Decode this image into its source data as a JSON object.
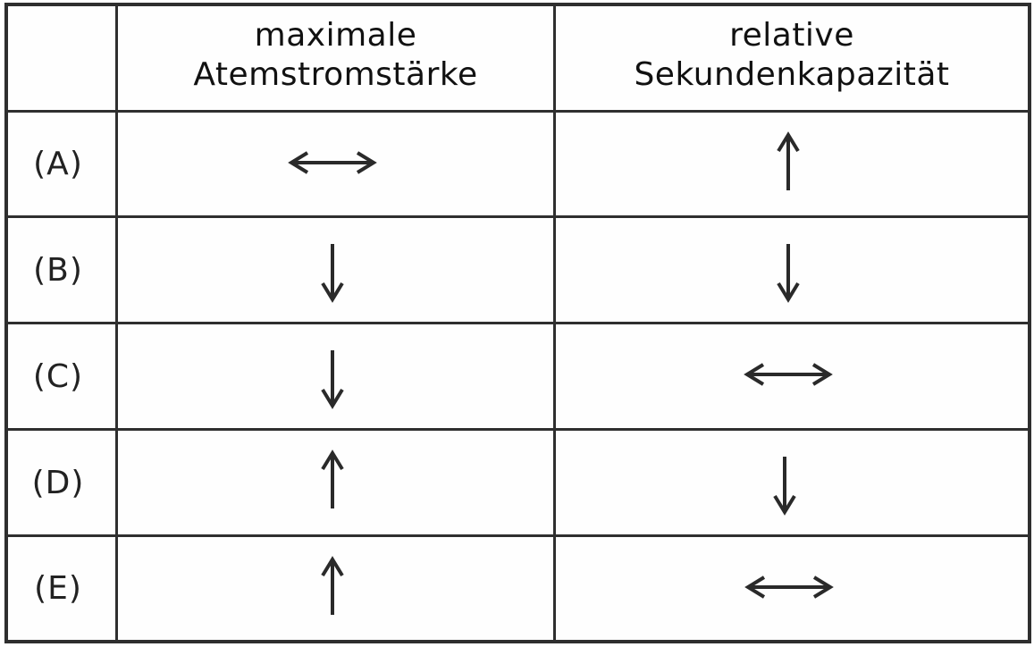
{
  "table": {
    "columns": [
      {
        "label": ""
      },
      {
        "label": "maximale\nAtemstromstärke"
      },
      {
        "label": "relative\nSekundenkapazität"
      }
    ],
    "rows": [
      {
        "label": "(A)",
        "max_atemstromstaerke": "unchanged",
        "rel_sekundenkapazitaet": "increased",
        "icons": [
          "left-right-arrow-icon",
          "up-arrow-icon"
        ]
      },
      {
        "label": "(B)",
        "max_atemstromstaerke": "decreased",
        "rel_sekundenkapazitaet": "decreased",
        "icons": [
          "down-arrow-icon",
          "down-arrow-icon"
        ]
      },
      {
        "label": "(C)",
        "max_atemstromstaerke": "decreased",
        "rel_sekundenkapazitaet": "unchanged",
        "icons": [
          "down-arrow-icon",
          "left-right-arrow-icon"
        ]
      },
      {
        "label": "(D)",
        "max_atemstromstaerke": "increased",
        "rel_sekundenkapazitaet": "decreased",
        "icons": [
          "up-arrow-icon",
          "down-arrow-icon"
        ]
      },
      {
        "label": "(E)",
        "max_atemstromstaerke": "increased",
        "rel_sekundenkapazitaet": "unchanged",
        "icons": [
          "up-arrow-icon",
          "left-right-arrow-icon"
        ]
      }
    ]
  },
  "colors": {
    "border": "#2f2f2f",
    "text": "#111111",
    "background": "#ffffff"
  }
}
